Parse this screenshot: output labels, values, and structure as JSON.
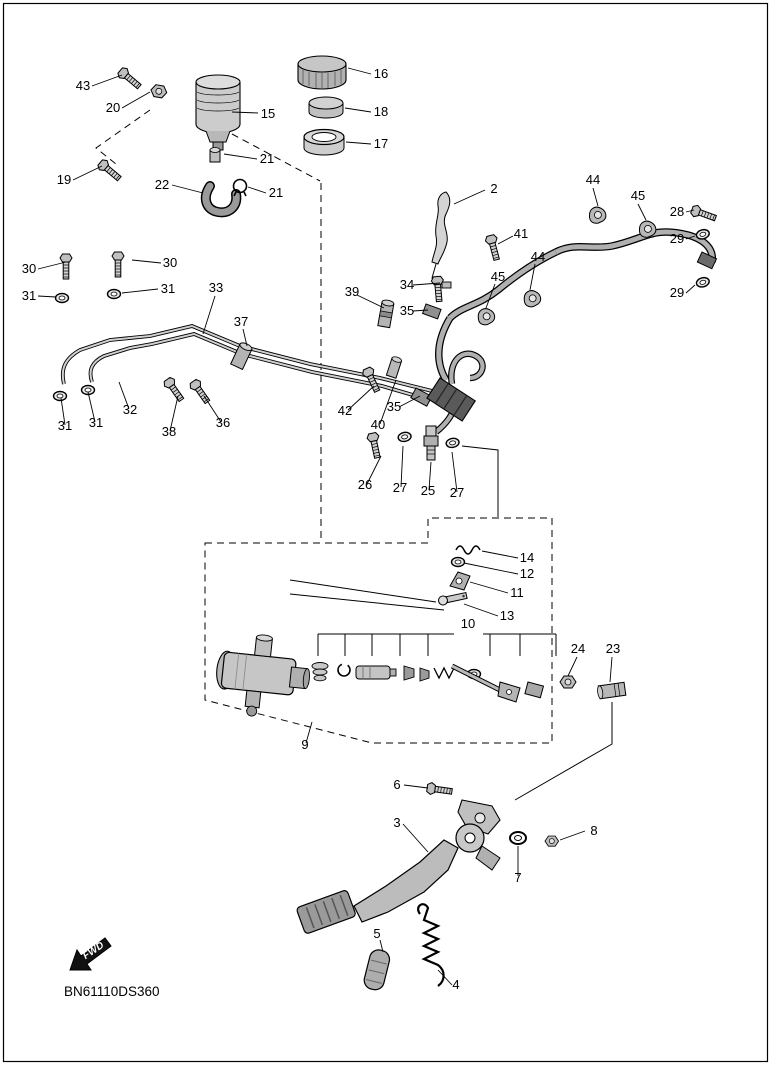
{
  "diagram": {
    "part_code": "BN61110DS360",
    "fwd_label": "FWD",
    "callouts": {
      "n43": "43",
      "n20": "20",
      "n15": "15",
      "n16": "16",
      "n18": "18",
      "n17": "17",
      "n19": "19",
      "n21a": "21",
      "n22": "22",
      "n21b": "21",
      "n2": "2",
      "n44a": "44",
      "n45a": "45",
      "n28": "28",
      "n29a": "29",
      "n41": "41",
      "n29b": "29",
      "n30a": "30",
      "n30b": "30",
      "n31a": "31",
      "n31b": "31",
      "n33": "33",
      "n39": "39",
      "n34": "34",
      "n35a": "35",
      "n45b": "45",
      "n44b": "44",
      "n37": "37",
      "n31c": "31",
      "n31d": "31",
      "n32": "32",
      "n38": "38",
      "n36": "36",
      "n42": "42",
      "n40": "40",
      "n35b": "35",
      "n26": "26",
      "n27a": "27",
      "n25": "25",
      "n27b": "27",
      "n14": "14",
      "n12": "12",
      "n11": "11",
      "n13": "13",
      "n10": "10",
      "n24": "24",
      "n23": "23",
      "n9": "9",
      "n6": "6",
      "n3": "3",
      "n8": "8",
      "n7": "7",
      "n5": "5",
      "n4": "4"
    }
  }
}
